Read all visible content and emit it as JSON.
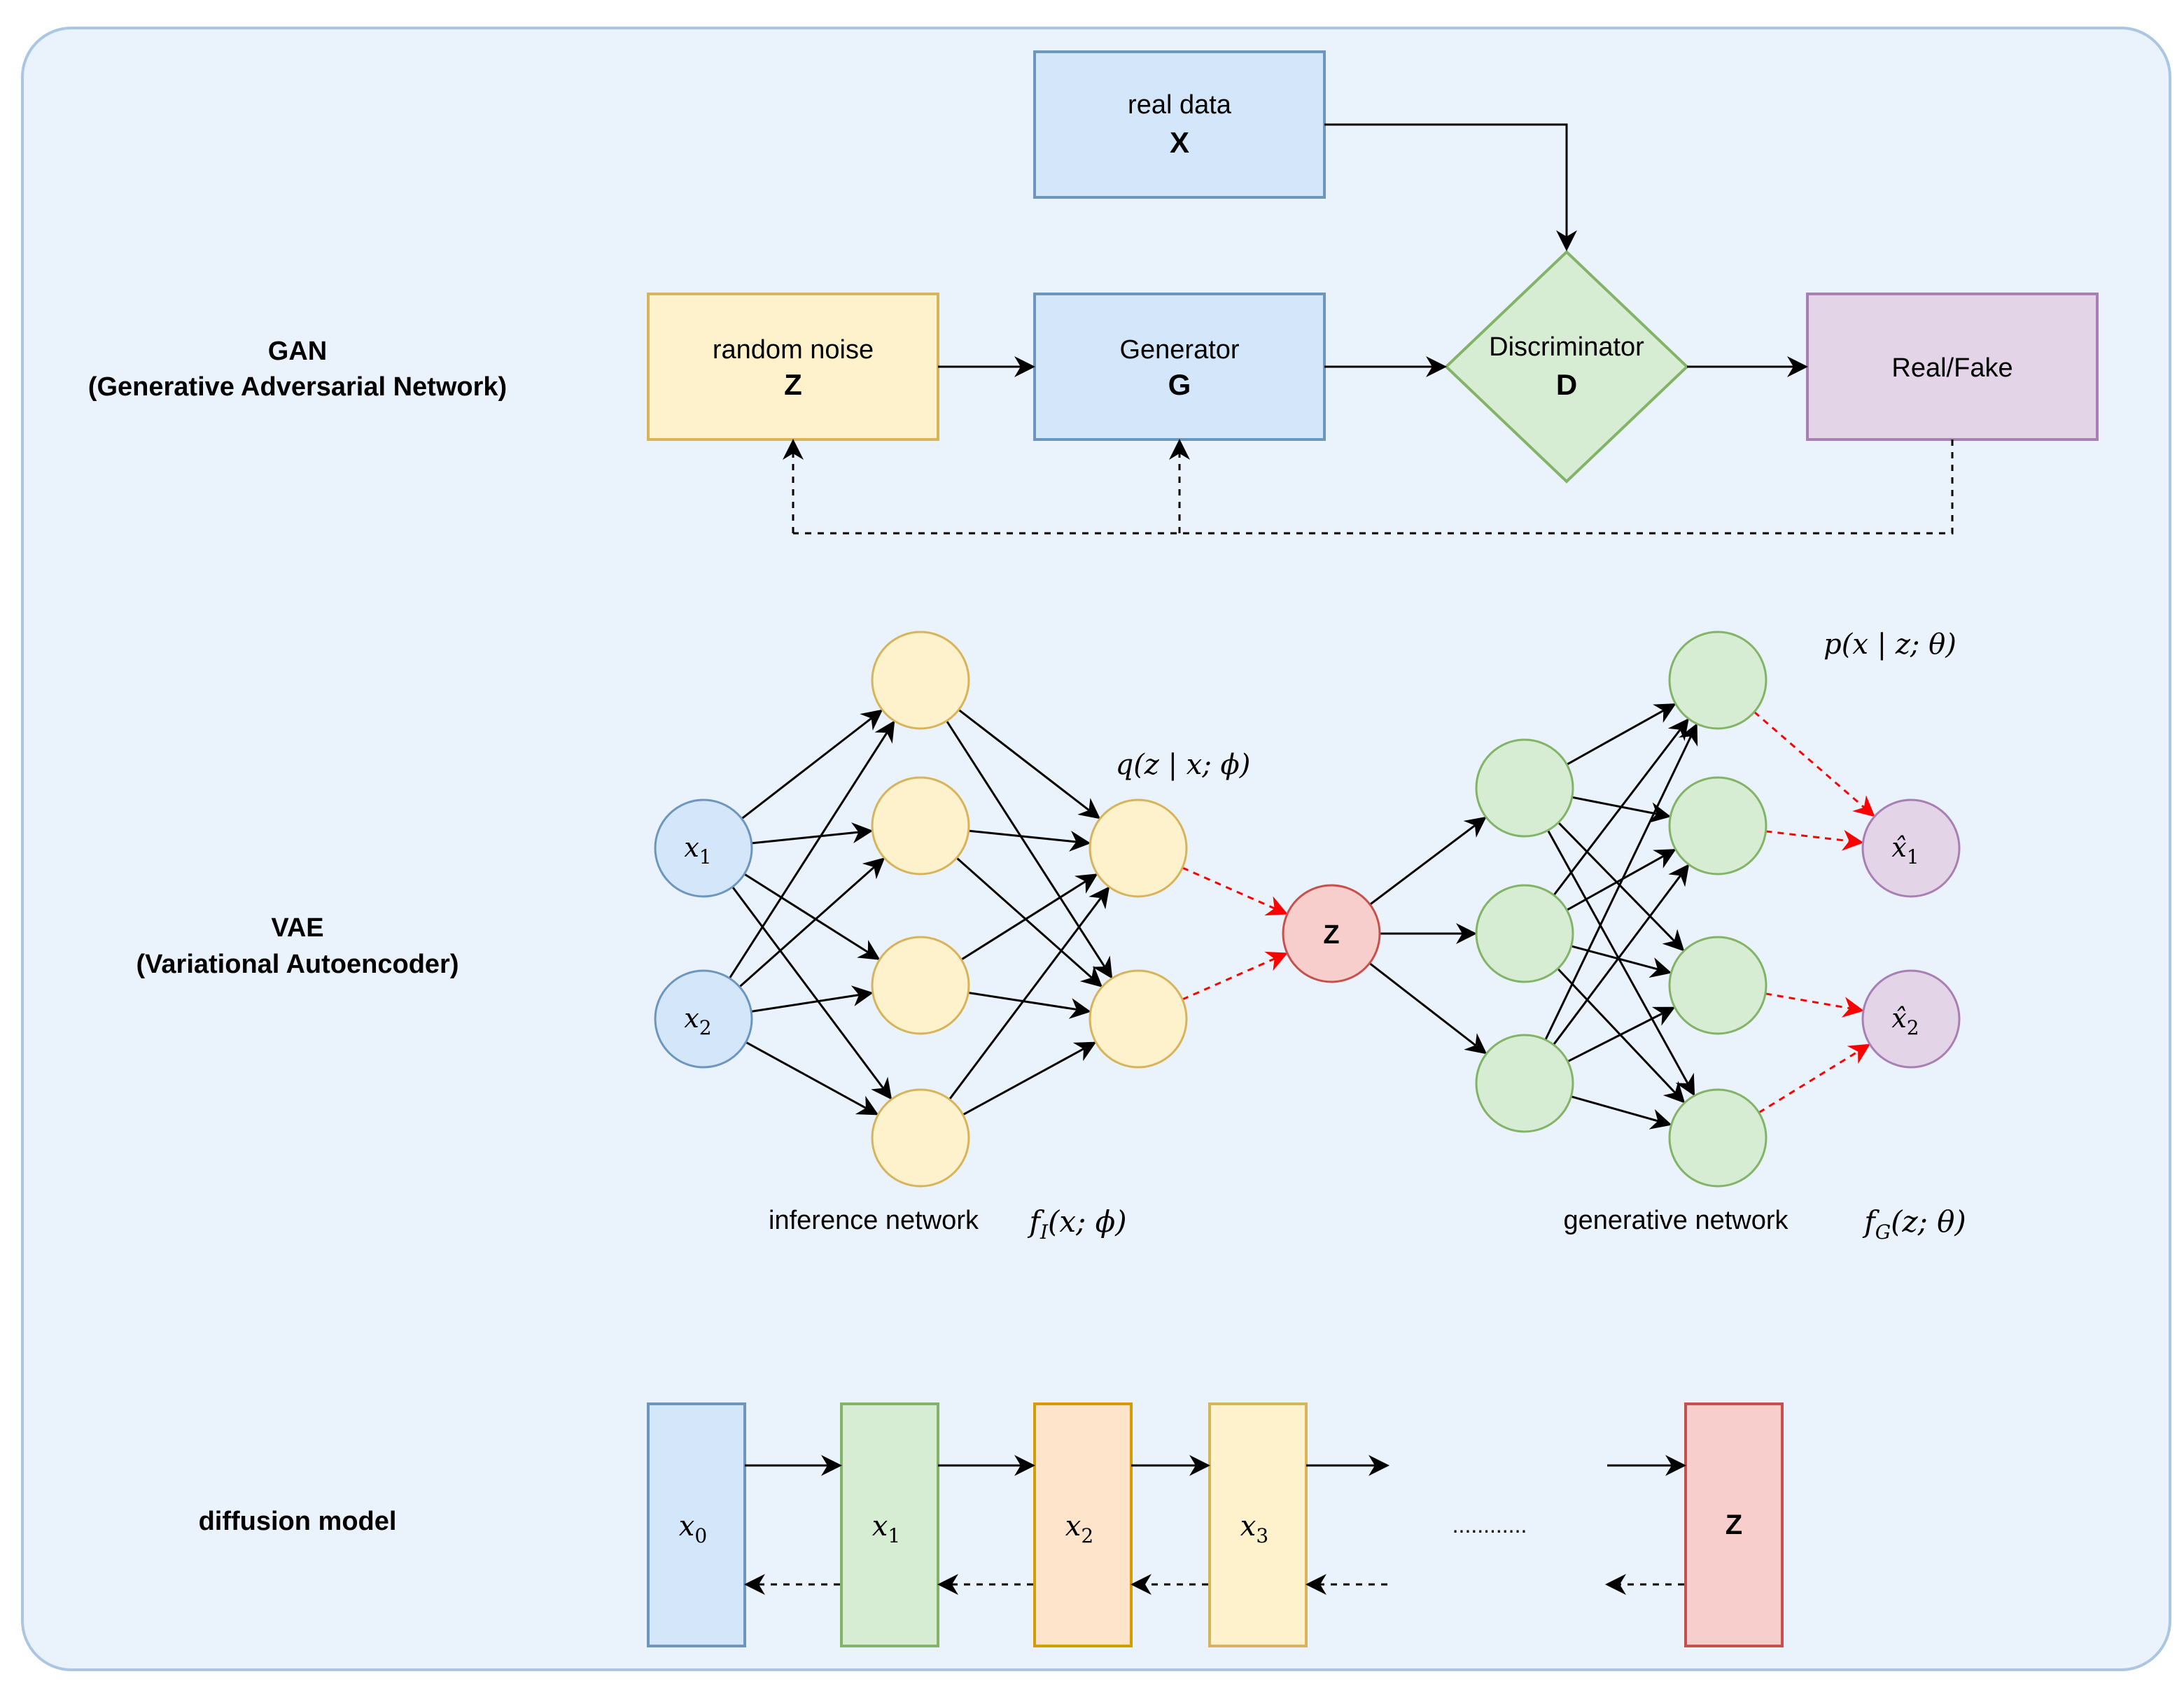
{
  "colors": {
    "panel_bg": "#eaf2fc",
    "panel_border": "#aac6e2",
    "blue_fill": "#d3e6fa",
    "blue_stroke": "#6d96bf",
    "yellow_fill": "#fef2cd",
    "yellow_stroke": "#d7b35a",
    "green_fill": "#d6ecd3",
    "green_stroke": "#82b366",
    "red_fill": "#f8cecc",
    "red_stroke": "#c8504c",
    "purple_fill": "#e3d4e7",
    "purple_stroke": "#a77fb4",
    "orange_fill": "#fde4cb",
    "orange_stroke": "#d79b00",
    "arrow": "#000000",
    "arrow_red": "#ff0000"
  },
  "gan": {
    "section_title": "GAN",
    "section_subtitle": "(Generative Adversarial Network)",
    "real_data": {
      "line1": "real data",
      "line2": "X"
    },
    "random_noise": {
      "line1": "random noise",
      "line2": "Z"
    },
    "generator": {
      "line1": "Generator",
      "line2": "G"
    },
    "discriminator": {
      "line1": "Discriminator",
      "line2": "D"
    },
    "output": {
      "label": "Real/Fake"
    }
  },
  "vae": {
    "section_title": "VAE",
    "section_subtitle": "(Variational Autoencoder)",
    "inputs": [
      {
        "base": "x",
        "sub": "1"
      },
      {
        "base": "x",
        "sub": "2"
      }
    ],
    "latent": {
      "label": "Z"
    },
    "outputs": [
      {
        "base": "x̂",
        "sub": "1"
      },
      {
        "base": "x̂",
        "sub": "2"
      }
    ],
    "encoder_dist": "q(z | x; ϕ)",
    "decoder_dist": "p(x | z; θ)",
    "inference_label": "inference network",
    "inference_fn": {
      "f": "f",
      "sub": "I",
      "args": "(x; ϕ)"
    },
    "generative_label": "generative network",
    "generative_fn": {
      "f": "f",
      "sub": "G",
      "args": "(z; θ)"
    }
  },
  "diffusion": {
    "section_title": "diffusion model",
    "steps": [
      {
        "base": "x",
        "sub": "0"
      },
      {
        "base": "x",
        "sub": "1"
      },
      {
        "base": "x",
        "sub": "2"
      },
      {
        "base": "x",
        "sub": "3"
      }
    ],
    "ellipsis": "............",
    "final": {
      "label": "Z"
    }
  }
}
